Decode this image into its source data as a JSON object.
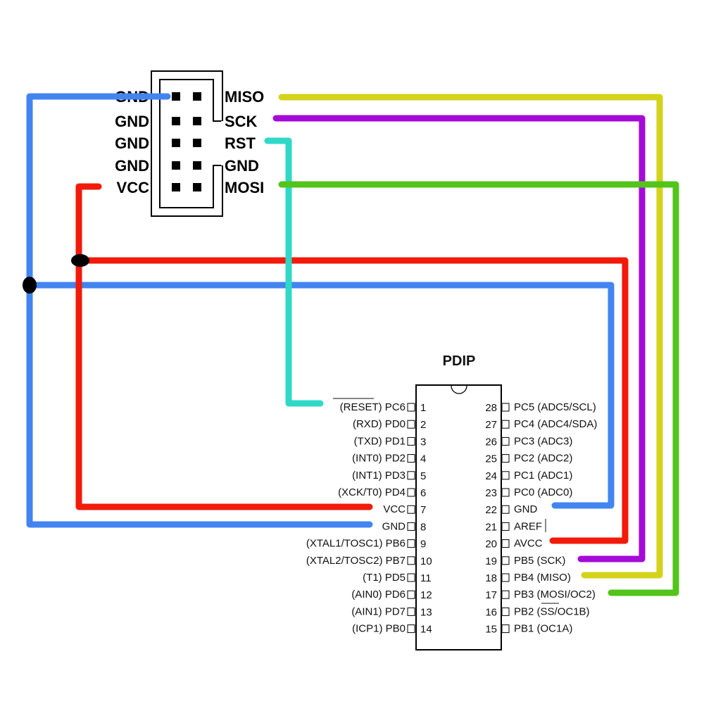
{
  "colors": {
    "gnd": "#4285f0",
    "vcc": "#f21a0a",
    "rst": "#30d8c8",
    "miso": "#d4d21a",
    "sck": "#a40ad8",
    "mosi": "#52c41a"
  },
  "header": {
    "left_labels": [
      "GND",
      "GND",
      "GND",
      "GND",
      "VCC"
    ],
    "right_labels": [
      "MISO",
      "SCK",
      "RST",
      "GND",
      "MOSI"
    ]
  },
  "chip": {
    "title": "PDIP",
    "left_pins": [
      {
        "num": "1",
        "label": "(RESET) PC6"
      },
      {
        "num": "2",
        "label": "(RXD) PD0"
      },
      {
        "num": "3",
        "label": "(TXD) PD1"
      },
      {
        "num": "4",
        "label": "(INT0) PD2"
      },
      {
        "num": "5",
        "label": "(INT1) PD3"
      },
      {
        "num": "6",
        "label": "(XCK/T0) PD4"
      },
      {
        "num": "7",
        "label": "VCC"
      },
      {
        "num": "8",
        "label": "GND"
      },
      {
        "num": "9",
        "label": "(XTAL1/TOSC1) PB6"
      },
      {
        "num": "10",
        "label": "(XTAL2/TOSC2) PB7"
      },
      {
        "num": "11",
        "label": "(T1) PD5"
      },
      {
        "num": "12",
        "label": "(AIN0) PD6"
      },
      {
        "num": "13",
        "label": "(AIN1) PD7"
      },
      {
        "num": "14",
        "label": "(ICP1) PB0"
      }
    ],
    "right_pins": [
      {
        "num": "28",
        "label": "PC5 (ADC5/SCL)"
      },
      {
        "num": "27",
        "label": "PC4 (ADC4/SDA)"
      },
      {
        "num": "26",
        "label": "PC3 (ADC3)"
      },
      {
        "num": "25",
        "label": "PC2 (ADC2)"
      },
      {
        "num": "24",
        "label": "PC1 (ADC1)"
      },
      {
        "num": "23",
        "label": "PC0 (ADC0)"
      },
      {
        "num": "22",
        "label": "GND"
      },
      {
        "num": "21",
        "label": "AREF"
      },
      {
        "num": "20",
        "label": "AVCC"
      },
      {
        "num": "19",
        "label": "PB5 (SCK)"
      },
      {
        "num": "18",
        "label": "PB4 (MISO)"
      },
      {
        "num": "17",
        "label": "PB3 (MOSI/OC2)"
      },
      {
        "num": "16",
        "label": "PB2 (SS/OC1B)"
      },
      {
        "num": "15",
        "label": "PB1 (OC1A)"
      }
    ]
  }
}
